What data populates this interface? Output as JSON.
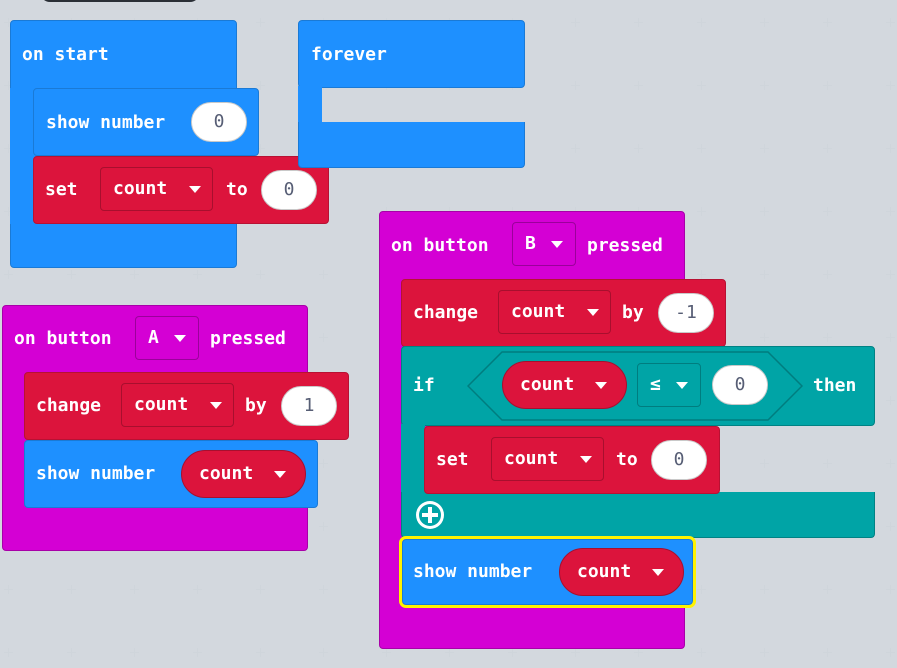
{
  "blocks": {
    "on_start": {
      "label": "on start",
      "show_number_label": "show number",
      "show_number_value": "0",
      "set_label": "set",
      "variable": "count",
      "to_label": "to",
      "set_value": "0"
    },
    "forever": {
      "label": "forever"
    },
    "button_a": {
      "on_label": "on button",
      "button": "A",
      "pressed_label": "pressed",
      "change_label": "change",
      "variable": "count",
      "by_label": "by",
      "change_value": "1",
      "show_number_label": "show number",
      "show_variable": "count"
    },
    "button_b": {
      "on_label": "on button",
      "button": "B",
      "pressed_label": "pressed",
      "change_label": "change",
      "variable": "count",
      "by_label": "by",
      "change_value": "-1",
      "if_label": "if",
      "compare_variable": "count",
      "operator": "≤",
      "compare_value": "0",
      "then_label": "then",
      "set_label": "set",
      "set_variable": "count",
      "to_label": "to",
      "set_value": "0",
      "show_number_label": "show number",
      "show_variable": "count"
    }
  },
  "colors": {
    "basic_blue": "#1e90ff",
    "variables_red": "#dc143c",
    "input_magenta": "#d400d4",
    "logic_teal": "#00a4a6",
    "selection_yellow": "#fff200",
    "workspace": "#e8ebee"
  },
  "icons": {
    "add_else": "plus-circle-icon",
    "dropdown": "caret-down-icon"
  }
}
